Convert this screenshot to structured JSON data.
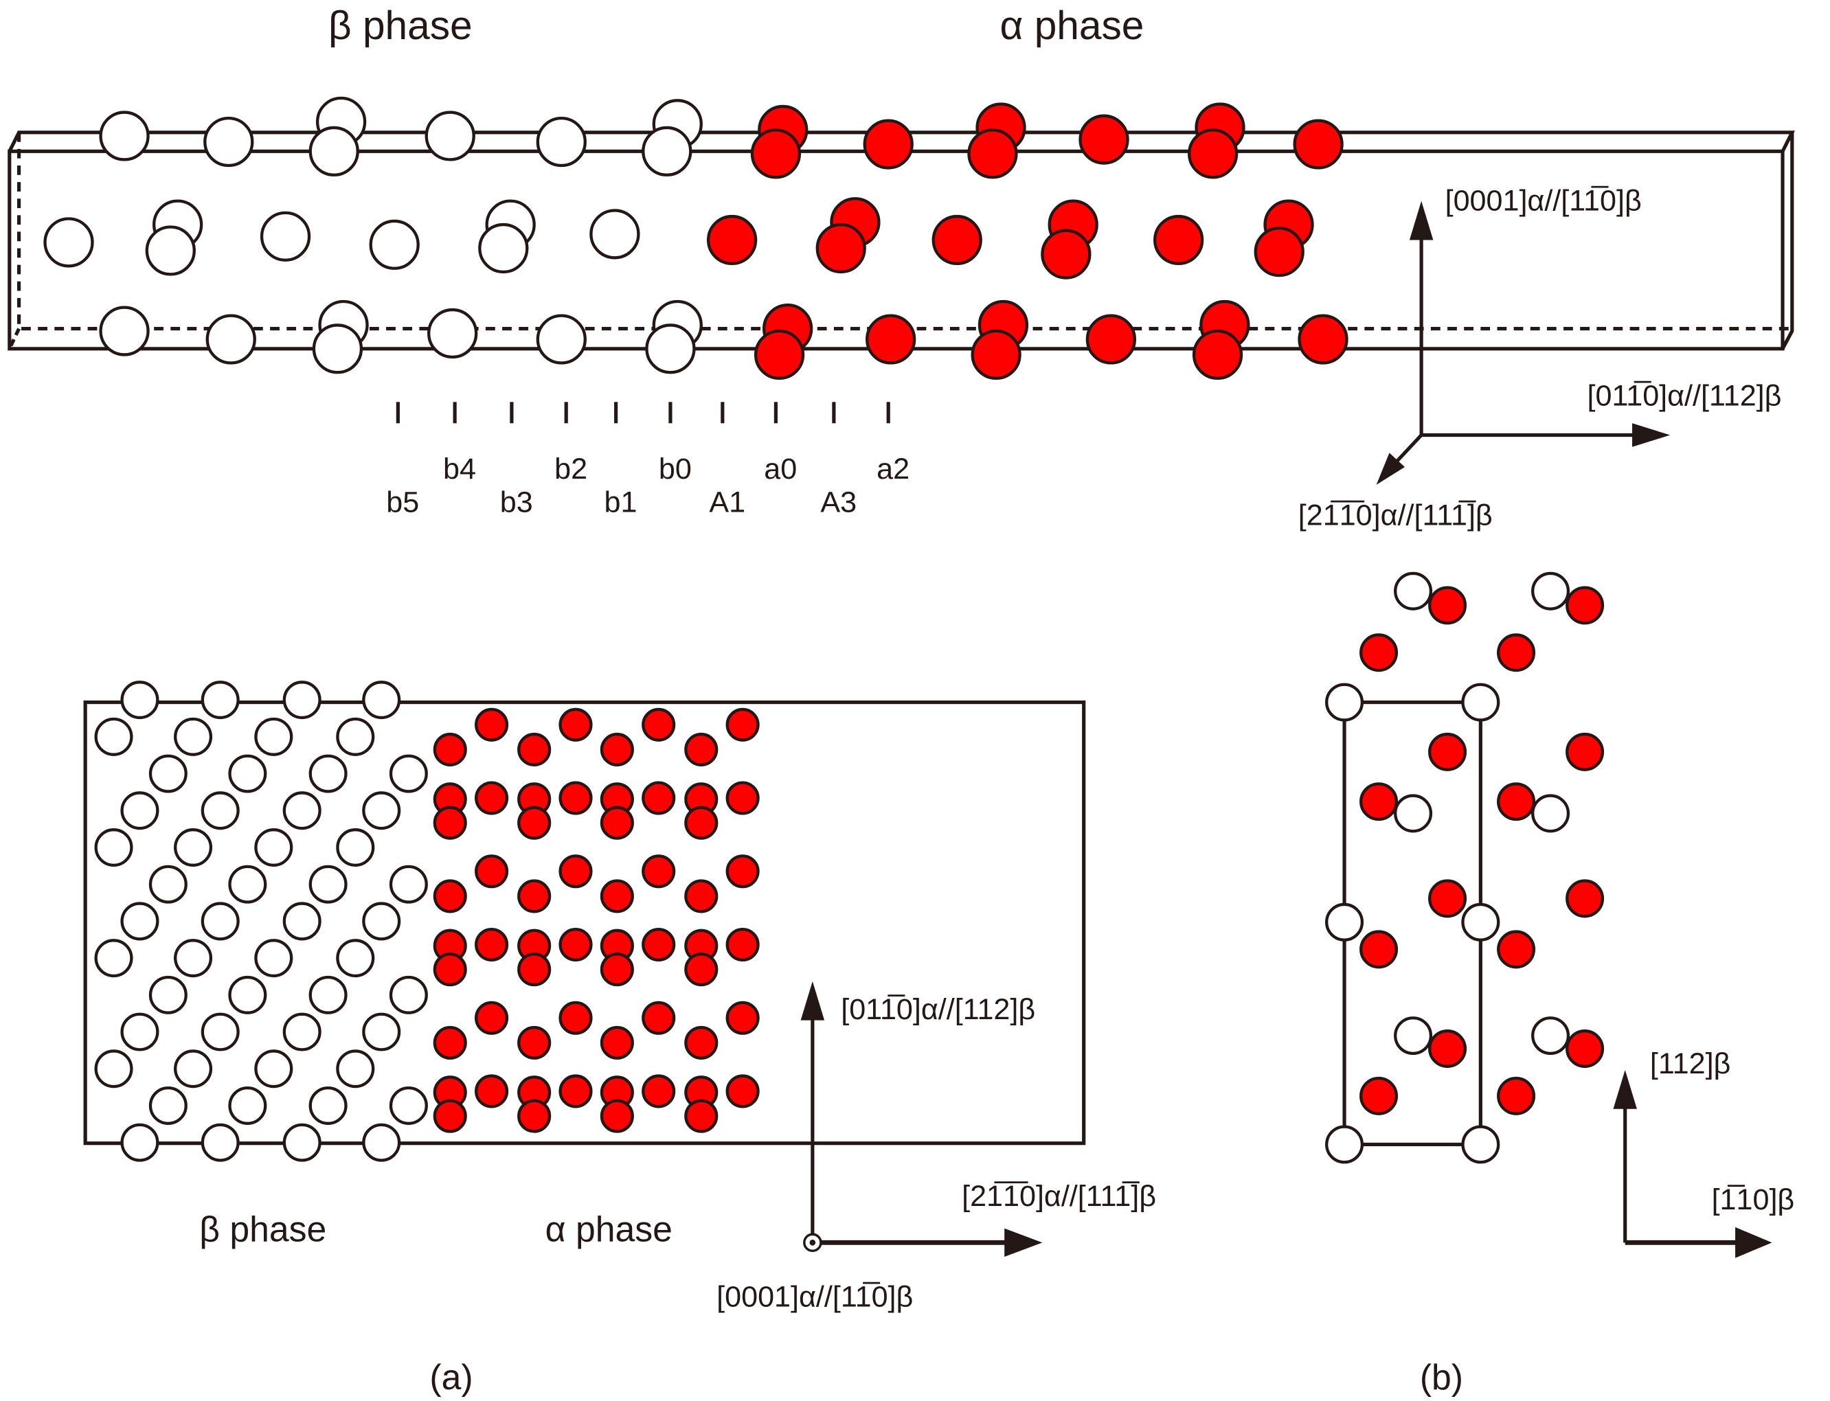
{
  "colors": {
    "alpha_atom": "#ff0000",
    "beta_atom": "#ffffff",
    "outline": "#231815"
  },
  "top_panel": {
    "beta_title": "β phase",
    "alpha_title": "α phase",
    "position_labels": [
      "b5",
      "b4",
      "b3",
      "b2",
      "b1",
      "b0",
      "A1",
      "a0",
      "A3",
      "a2"
    ],
    "axes": {
      "vertical": "[0001]α//[11̅0]β",
      "horizontal": "[011̅0]α//[112]β",
      "diagonal": "[21̅1̅0]α//[111̅]β"
    }
  },
  "panel_a": {
    "beta_label": "β phase",
    "alpha_label": "α phase",
    "axes": {
      "vertical": "[011̅0]α//[112]β",
      "horizontal": "[21̅1̅0]α//[111̅]β",
      "out_of_plane": "[0001]α//[11̅0]β"
    },
    "caption": "(a)"
  },
  "panel_b": {
    "axes": {
      "vertical": "[112]β",
      "horizontal": "[1̅10]β"
    },
    "caption": "(b)"
  }
}
